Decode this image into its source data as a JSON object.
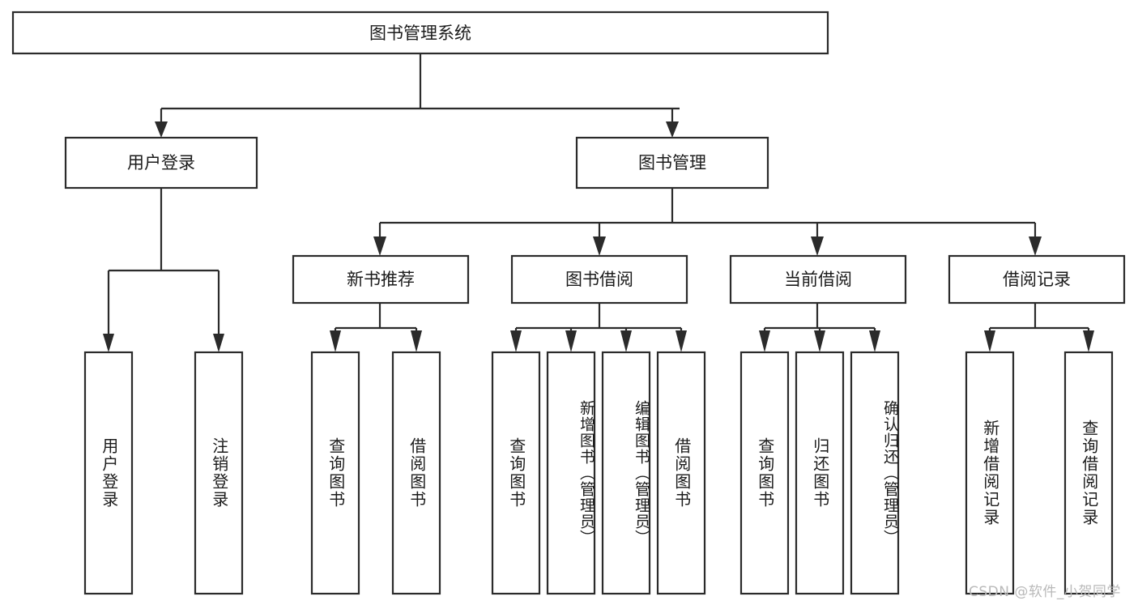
{
  "diagram": {
    "type": "tree-hierarchy",
    "title": "图书管理系统",
    "watermark": "CSDN @软件_小贺同学",
    "colors": {
      "background": "#ffffff",
      "stroke": "#2b2b2b",
      "box_fill": "#ffffff",
      "text": "#1b1b1b",
      "watermark": "#b9b9b9"
    },
    "levels": {
      "root": {
        "label": "图书管理系统"
      },
      "level2": [
        {
          "label": "用户登录"
        },
        {
          "label": "图书管理"
        }
      ],
      "level3": [
        {
          "label": "新书推荐"
        },
        {
          "label": "图书借阅"
        },
        {
          "label": "当前借阅"
        },
        {
          "label": "借阅记录"
        }
      ]
    },
    "nodes": {
      "root": "图书管理系统",
      "user_login": "用户登录",
      "book_manage": "图书管理",
      "new_book_rec": "新书推荐",
      "book_borrow": "图书借阅",
      "current_borrow": "当前借阅",
      "borrow_record": "借阅记录"
    },
    "leaves": {
      "user_login": [
        {
          "label": "用户登录"
        },
        {
          "label": "注销登录"
        }
      ],
      "new_book_rec": [
        {
          "label": "查询图书"
        },
        {
          "label": "借阅图书"
        }
      ],
      "book_borrow": [
        {
          "label": "查询图书"
        },
        {
          "label": "新增图书（管理员）"
        },
        {
          "label": "编辑图书（管理员）"
        },
        {
          "label": "借阅图书"
        }
      ],
      "current_borrow": [
        {
          "label": "查询图书"
        },
        {
          "label": "归还图书"
        },
        {
          "label": "确认归还（管理员）"
        }
      ],
      "borrow_record": [
        {
          "label": "新增借阅记录"
        },
        {
          "label": "查询借阅记录"
        }
      ]
    }
  }
}
